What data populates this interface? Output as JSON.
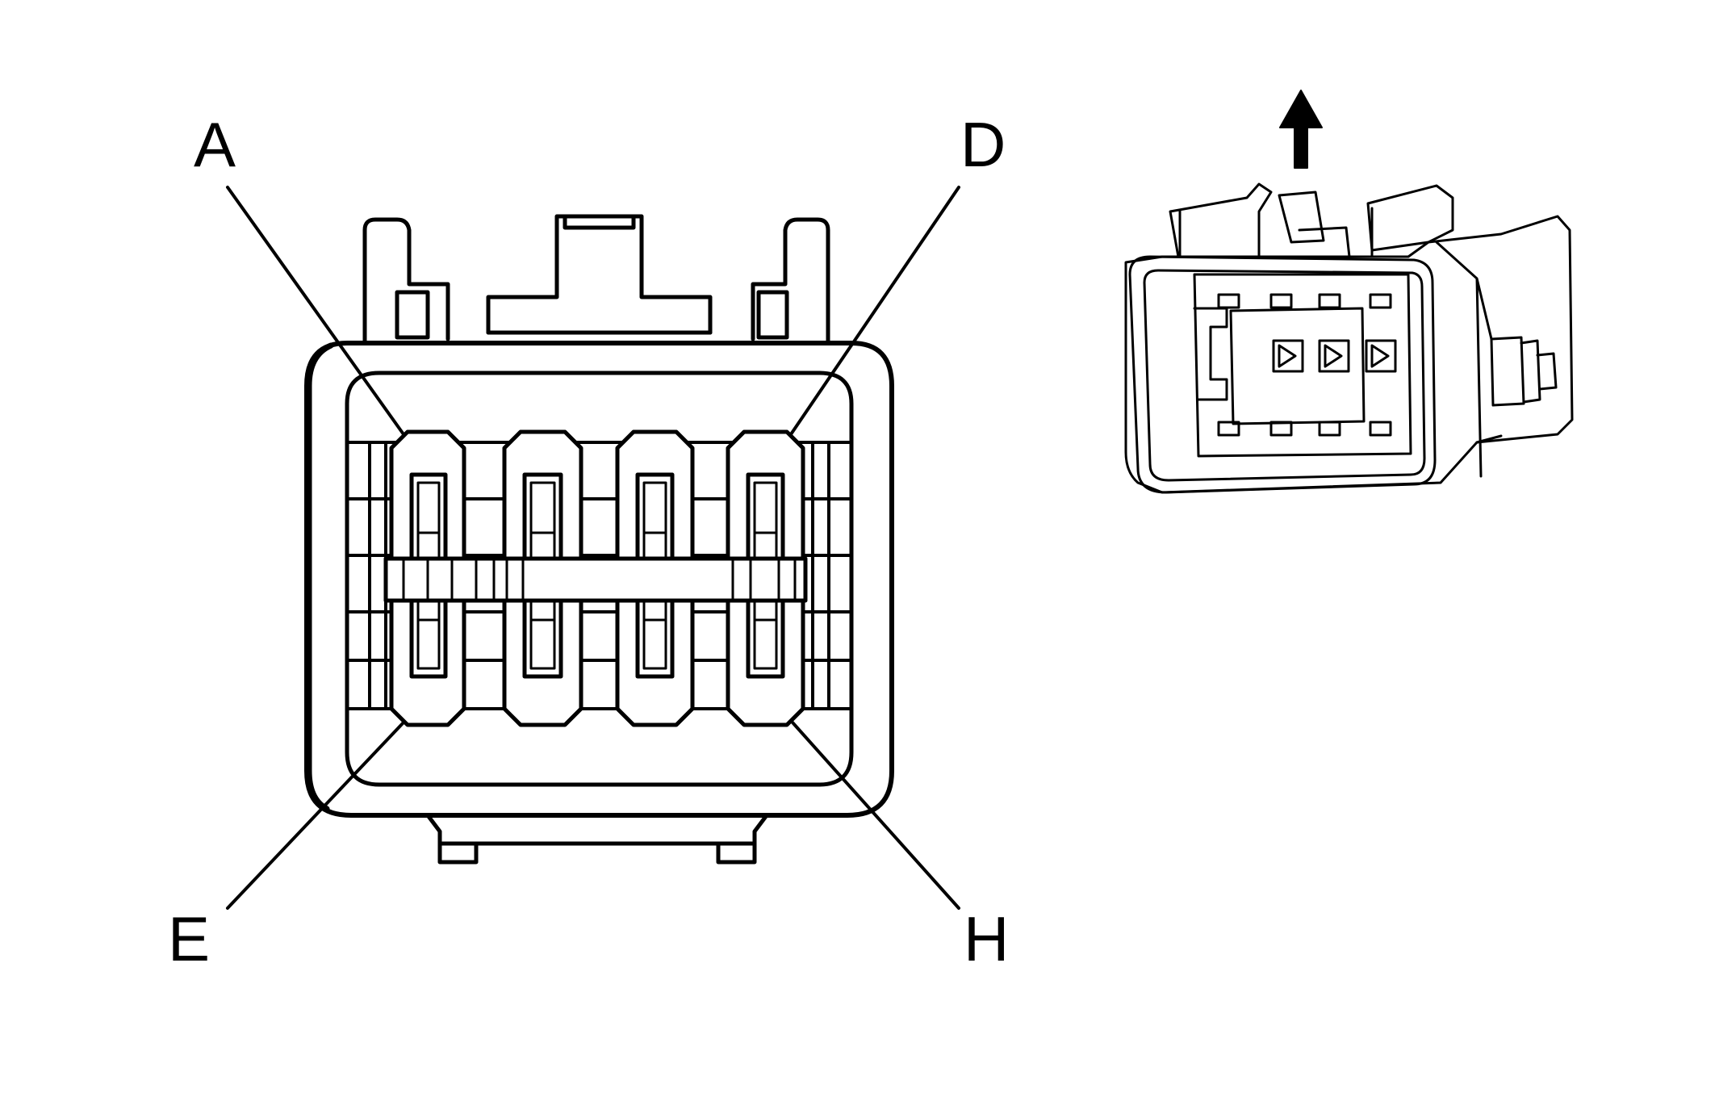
{
  "diagram": {
    "pin_labels": {
      "a": "A",
      "d": "D",
      "e": "E",
      "h": "H"
    },
    "colors": {
      "line": "#000000",
      "background": "#ffffff"
    },
    "icons": {
      "orientation_arrow": "arrow-up-icon"
    }
  }
}
